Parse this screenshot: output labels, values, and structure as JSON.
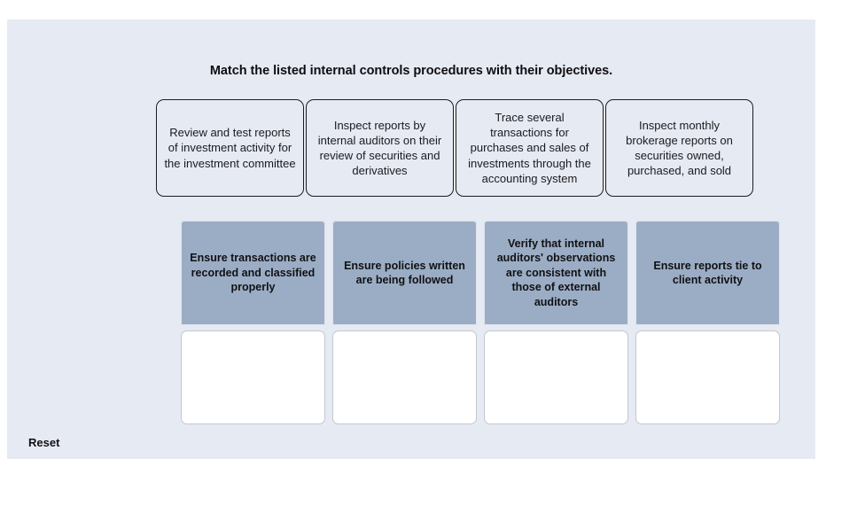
{
  "colors": {
    "panel_background": "#e6eaf3",
    "page_background": "#ffffff",
    "objective_card": "#9badc4",
    "drop_zone": "#ffffff",
    "card_border": "#1d1d1f",
    "text": "#111114"
  },
  "prompt": {
    "title": "Match the listed internal controls procedures with their objectives."
  },
  "procedures": [
    {
      "label": "Review and test reports of investment activity for the investment committee"
    },
    {
      "label": "Inspect reports by internal auditors on their review of securities and derivatives"
    },
    {
      "label": "Trace several transactions for purchases and sales of investments through the accounting system"
    },
    {
      "label": "Inspect monthly brokerage reports on securities owned, purchased, and sold"
    }
  ],
  "objectives": [
    {
      "label": "Ensure transactions are recorded and classified properly"
    },
    {
      "label": "Ensure policies written are being followed"
    },
    {
      "label": "Verify that internal auditors' observations are consistent with those of external auditors"
    },
    {
      "label": "Ensure reports tie to client activity"
    }
  ],
  "drop_zones": [
    {
      "value": ""
    },
    {
      "value": ""
    },
    {
      "value": ""
    },
    {
      "value": ""
    }
  ],
  "actions": {
    "reset_label": "Reset"
  }
}
